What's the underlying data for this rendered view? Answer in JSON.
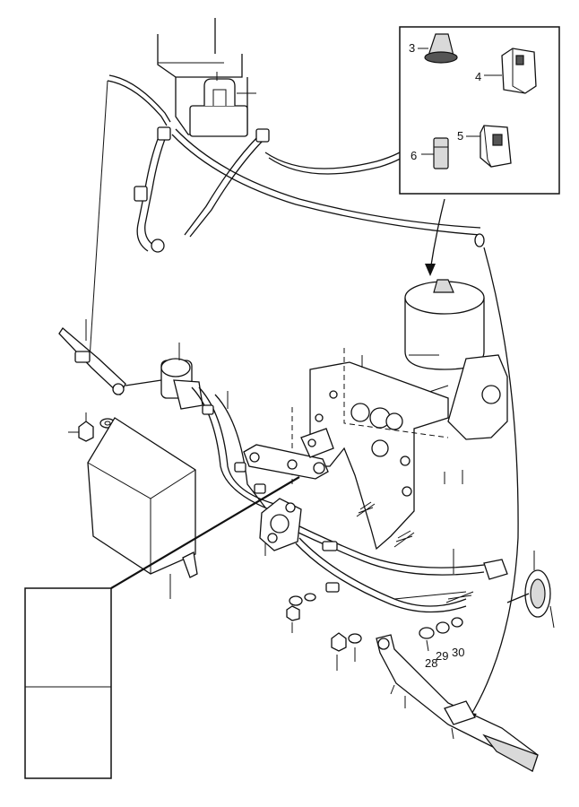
{
  "diagram": {
    "callouts": [
      {
        "id": "c3",
        "text": "3"
      },
      {
        "id": "c4",
        "text": "4"
      },
      {
        "id": "c5",
        "text": "5"
      },
      {
        "id": "c6",
        "text": "6"
      },
      {
        "id": "c28",
        "text": "28"
      },
      {
        "id": "c29",
        "text": "29"
      },
      {
        "id": "c30",
        "text": "30"
      }
    ]
  }
}
